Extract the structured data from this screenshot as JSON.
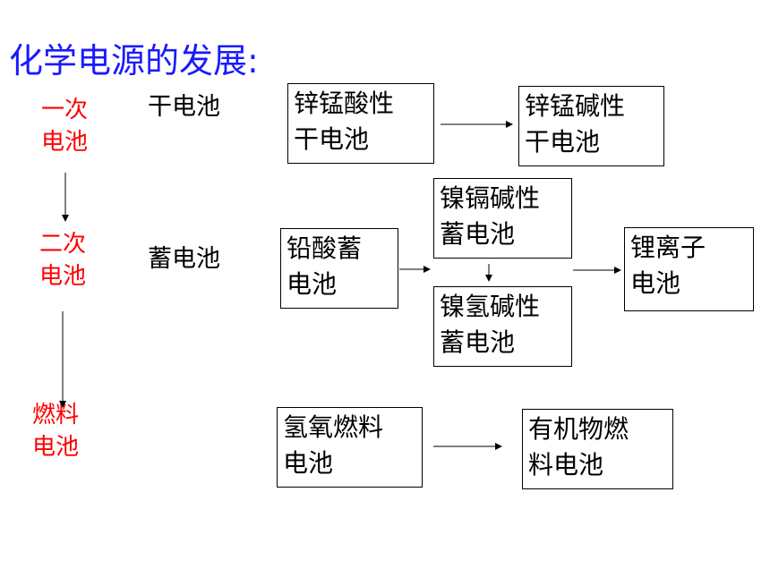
{
  "title": "化学电源的发展:",
  "categories": {
    "primary": "一次\n电池",
    "secondary": "二次\n电池",
    "fuel": "燃料\n电池"
  },
  "labels": {
    "dry": "干电池",
    "storage": "蓄电池"
  },
  "boxes": {
    "zn_mn_acid": "锌锰酸性\n干电池",
    "zn_mn_alkaline": "锌锰碱性\n干电池",
    "ni_cd": "镍镉碱性\n蓄电池",
    "lead_acid": "铅酸蓄\n电池",
    "ni_mh": "镍氢碱性\n蓄电池",
    "li_ion": "锂离子\n电池",
    "h2_o2": "氢氧燃料\n电池",
    "organic": "有机物燃\n料电池"
  },
  "colors": {
    "title": "#1a1aff",
    "category": "#ff0000",
    "text": "#000000"
  }
}
